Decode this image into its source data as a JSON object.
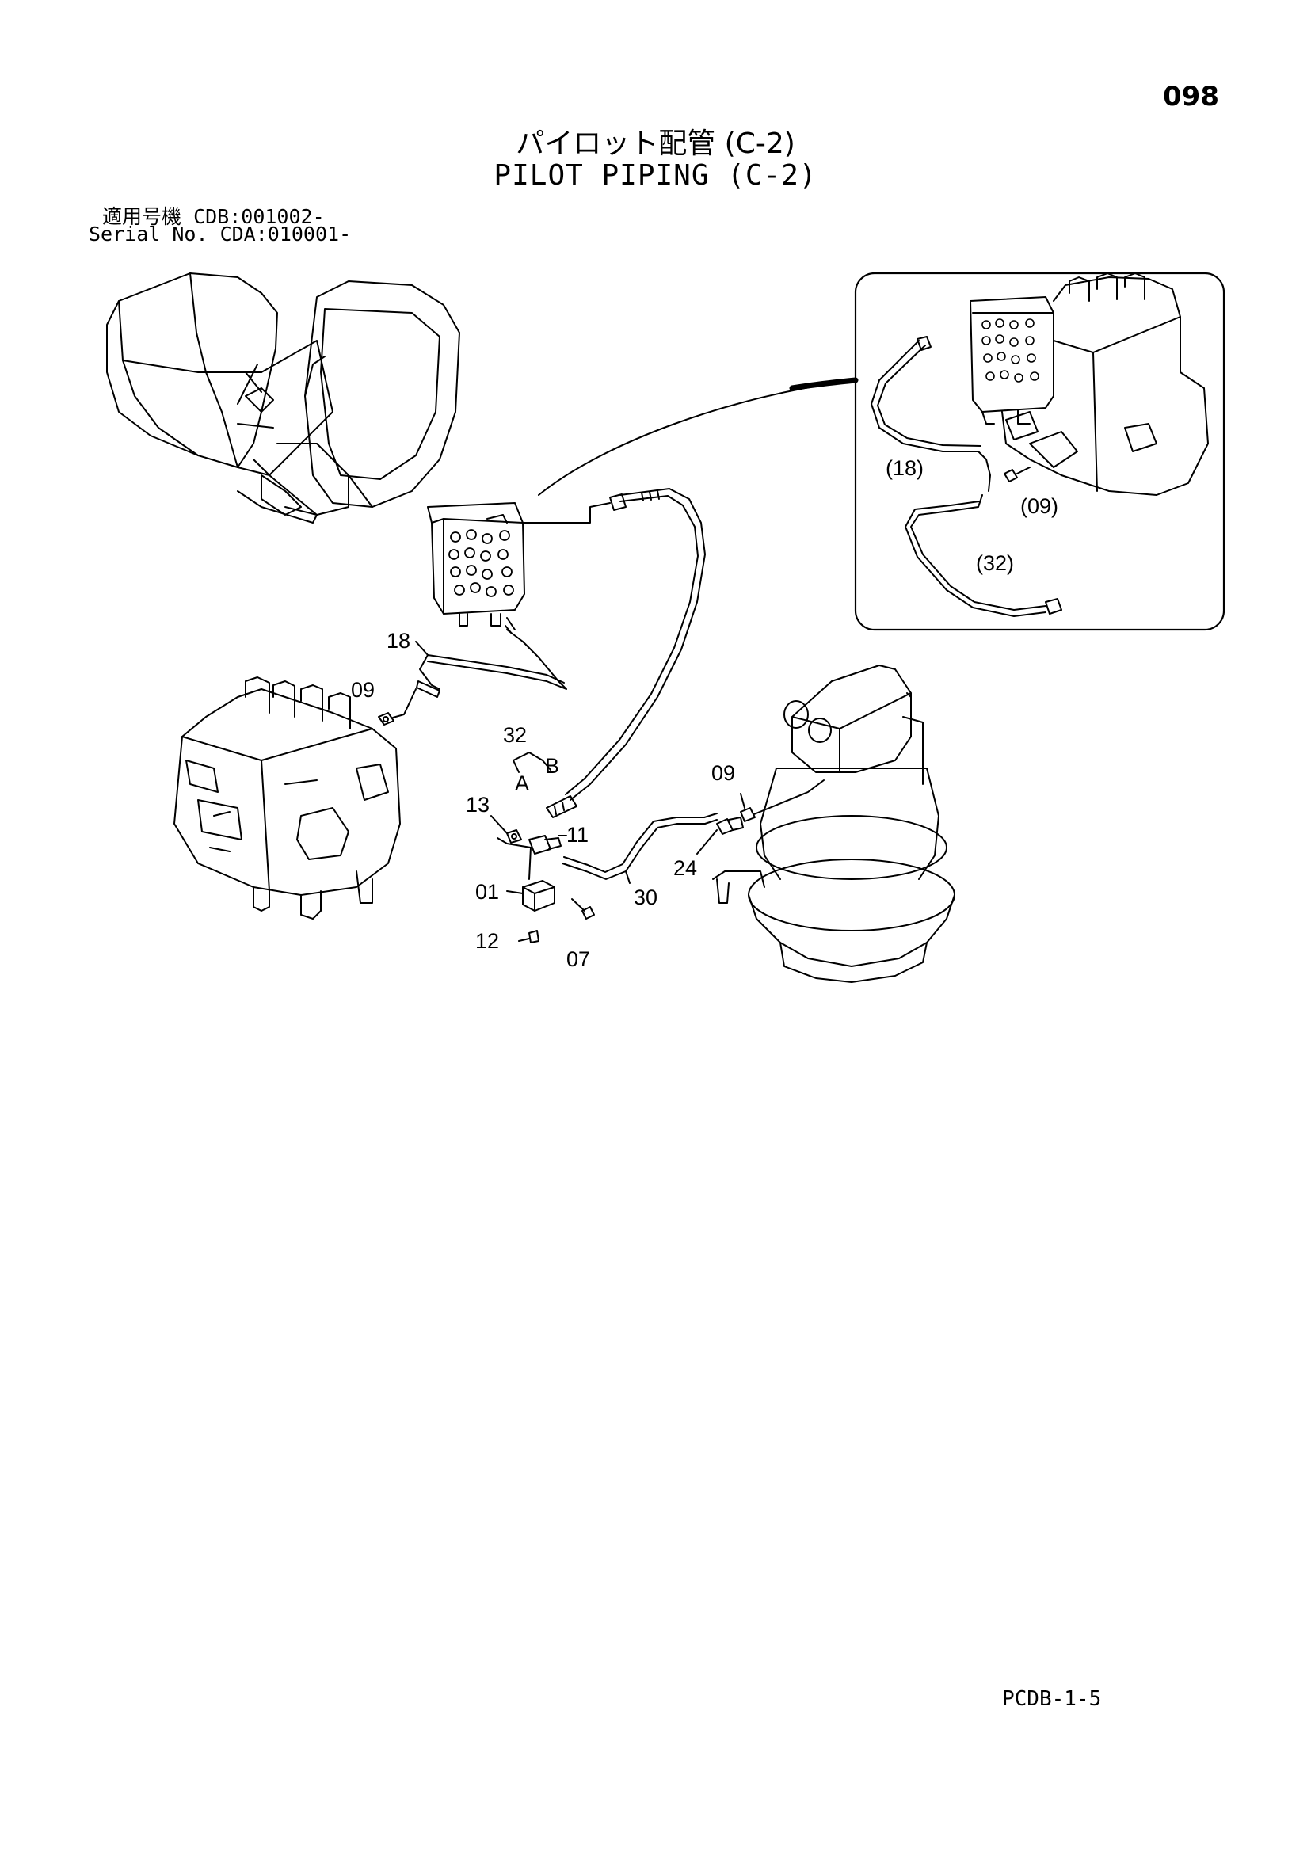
{
  "page": {
    "page_number": "098",
    "title_jp": "パイロット配管 (C-2)",
    "title_en": "PILOT PIPING (C-2)",
    "serial_label_jp": "適用号機",
    "serial_value_1": "CDB:001002-",
    "serial_label_en": "Serial No.",
    "serial_value_2": "CDA:010001-",
    "footer_code": "PCDB-1-5"
  },
  "callouts": {
    "c18": "18",
    "c09_left": "09",
    "c32": "32",
    "cA": "A",
    "cB": "B",
    "c13": "13",
    "c11": "11",
    "c01": "01",
    "c12": "12",
    "c07": "07",
    "c30": "30",
    "c24": "24",
    "c09_right": "09",
    "inset_18": "(18)",
    "inset_09": "(09)",
    "inset_32": "(32)"
  }
}
